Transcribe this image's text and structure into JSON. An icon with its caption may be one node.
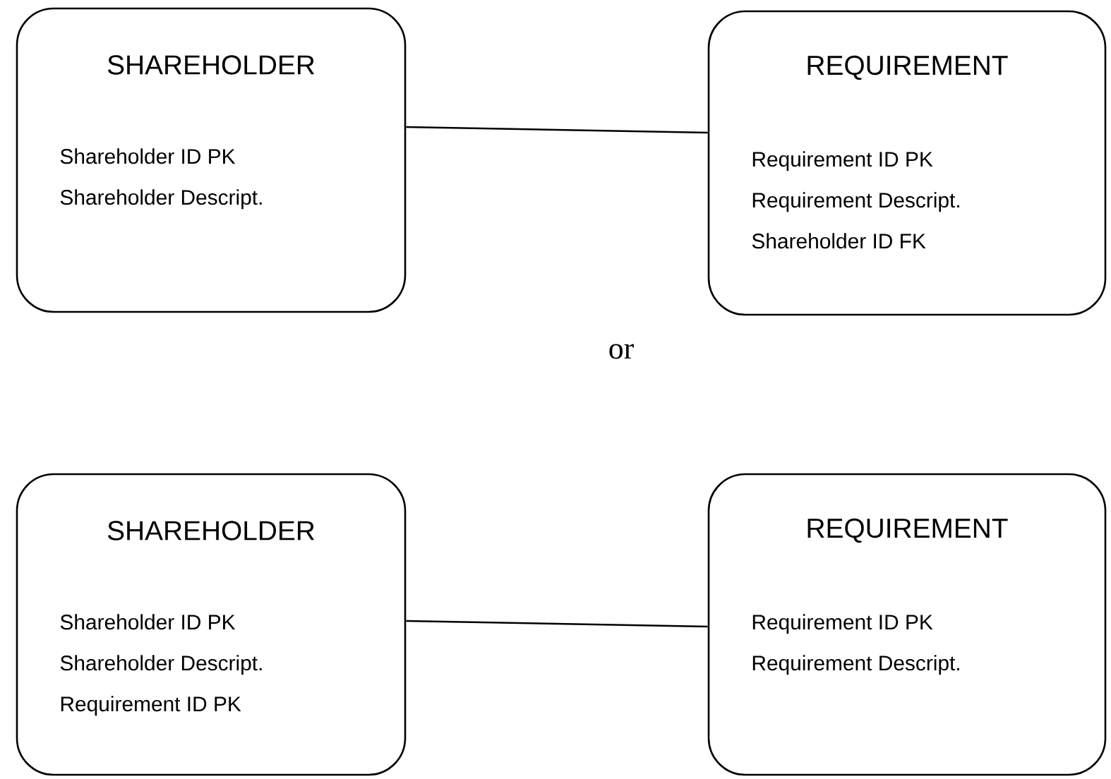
{
  "diagram": {
    "nodes": [
      {
        "text": [
          "SHAREHOLDER",
          "Shareholder ID PK",
          "Shareholder Descript."
        ]
      },
      {
        "text": [
          "REQUIREMENT",
          "Requirement ID PK",
          "Requirement Descript.",
          "Shareholder ID FK"
        ]
      },
      {
        "text": [
          "SHAREHOLDER",
          "Shareholder ID PK",
          "Shareholder Descript.",
          "Requirement ID PK"
        ]
      },
      {
        "text": [
          "REQUIREMENT",
          "Requirement ID PK",
          "Requirement Descript."
        ]
      }
    ],
    "edges": [
      {
        "from": 0,
        "to": 1,
        "arrow": "none"
      },
      {
        "from": 2,
        "to": 3,
        "arrow": "none"
      }
    ],
    "labels": [
      "or"
    ]
  }
}
